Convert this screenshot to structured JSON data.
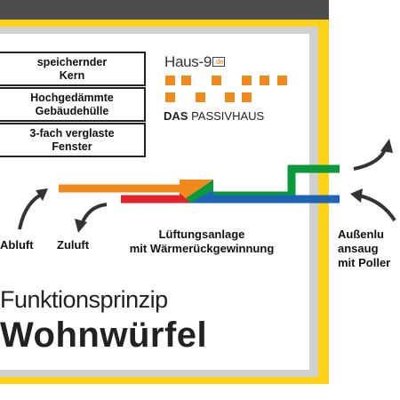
{
  "labels": {
    "core": "speichernder\nKern",
    "insulation": "Hochgedämmte\nGebäudehülle",
    "windows": "3-fach verglaste\nFenster"
  },
  "logo": {
    "name": "Haus-9",
    "tld": ".de",
    "subtitle_bold": "DAS",
    "subtitle_rest": " PASSIVHAUS"
  },
  "captions": {
    "abluft": "Abluft",
    "zuluft": "Zuluft",
    "ventilation": "Lüftungsanlage\nmit Wärmerückgewinnung",
    "outside": "Außenlu\nansaug\nmit Poller"
  },
  "title": {
    "line1": "Funktionsprinzip",
    "line2": "Wohnwürfel"
  },
  "colors": {
    "orange": "#f08a1c",
    "red": "#e3232a",
    "green": "#0a9a3c",
    "blue": "#1f63b7",
    "yellow": "#ffd21a",
    "gray": "#d0d0d0",
    "dark": "#4d4d4d"
  }
}
